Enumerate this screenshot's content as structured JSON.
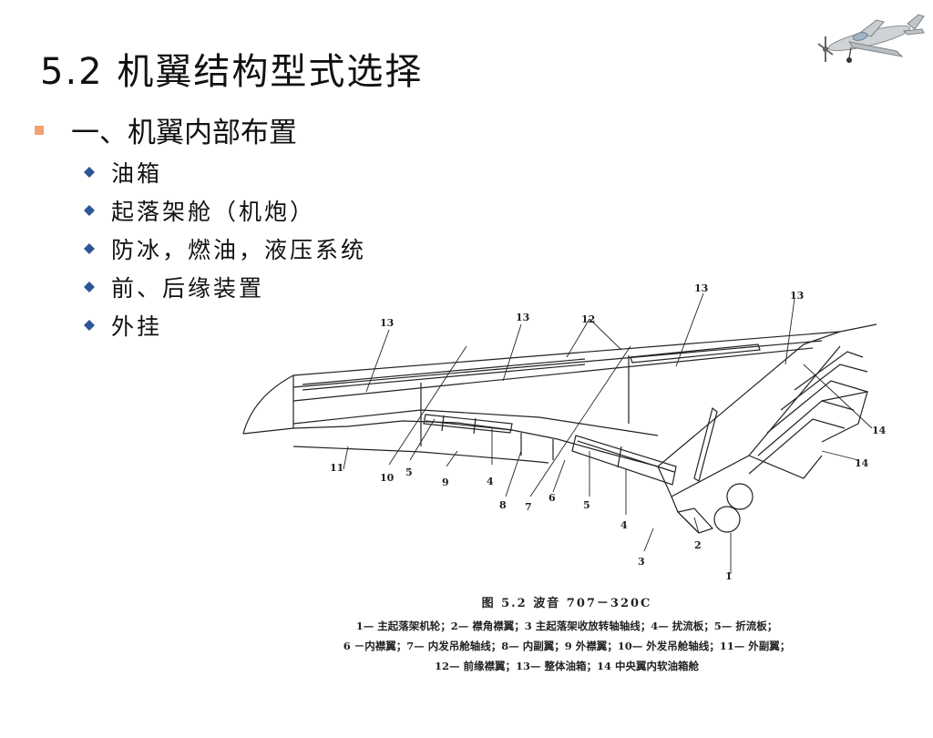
{
  "slide": {
    "title": "5.2  机翼结构型式选择",
    "section": "一、机翼内部布置",
    "items": [
      "油箱",
      "起落架舱（机炮）",
      "防冰，燃油，液压系统",
      "前、后缘装置",
      "外挂"
    ]
  },
  "figure": {
    "labels": [
      "13",
      "13",
      "12",
      "13",
      "13",
      "11",
      "10",
      "5",
      "9",
      "4",
      "8",
      "7",
      "6",
      "5",
      "4",
      "2",
      "3",
      "1",
      "14",
      "14"
    ],
    "caption_title": "图 5.2     波音 707－320C",
    "caption_lines": [
      "1— 主起落架机轮；2— 襟角襟翼；3   主起落架收放转轴轴线；4— 扰流板；5— 折流板；",
      "6 －内襟翼；7— 内发吊舱轴线；8— 内副翼；9    外襟翼；10— 外发吊舱轴线；11— 外副翼；",
      "12— 前缘襟翼；13— 整体油箱；14   中央翼内软油箱舱"
    ]
  },
  "colors": {
    "bullet_square": "#f4a070",
    "bullet_diamond": "#2e5597",
    "text": "#111111"
  }
}
